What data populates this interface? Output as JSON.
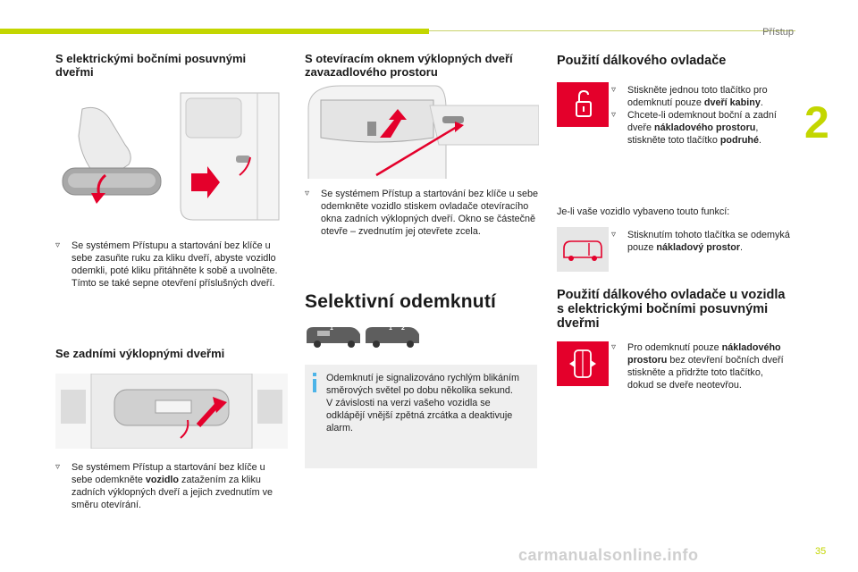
{
  "header": {
    "section": "Přístup",
    "chapter": "2",
    "page_number": "35"
  },
  "watermark": "carmanualsonline.info",
  "col1": {
    "heading1": "S elektrickými bočními posuvnými dveřmi",
    "para1": "Se systémem Přístupu a startování bez klíče u sebe zasuňte ruku za kliku dveří, abyste vozidlo odemkli, poté kliku přitáhněte k sobě a uvolněte. Tímto se také sepne otevření příslušných dveří.",
    "heading2": "Se zadními výklopnými dveřmi",
    "para2_a": "Se systémem Přístup a startování bez klíče u sebe odemkněte ",
    "para2_b": "vozidlo",
    "para2_c": " zatažením za kliku zadních výklopných dveří a jejich zvednutím ve směru otevírání."
  },
  "col2": {
    "heading1": "S otevíracím oknem výklopných dveří zavazadlového prostoru",
    "para1": "Se systémem Přístup a startování bez klíče u sebe odemkněte vozidlo stiskem ovladače otevíracího okna zadních výklopných dveří. Okno se částečně otevře – zvednutím jej otevřete zcela.",
    "heading_big": "Selektivní odemknutí",
    "info": "Odemknutí je signalizováno rychlým blikáním směrových světel po dobu několika sekund.\nV závislosti na verzi vašeho vozidla se odklápějí vnější zpětná zrcátka a deaktivuje alarm.",
    "van_label_1": "1",
    "van_label_2": "2"
  },
  "col3": {
    "heading1": "Použití dálkového ovladače",
    "b1_a": "Stiskněte jednou toto tlačítko pro odemknutí pouze ",
    "b1_b": "dveří kabiny",
    "b1_c": ".",
    "b2_a": "Chcete-li odemknout boční a zadní dveře ",
    "b2_b": "nákladového prostoru",
    "b2_c": ", stiskněte toto tlačítko ",
    "b2_d": "podruhé",
    "b2_e": ".",
    "intro2": "Je-li vaše vozidlo vybaveno touto funkcí:",
    "b3_a": "Stisknutím tohoto tlačítka se odemyká pouze ",
    "b3_b": "nákladový prostor",
    "b3_c": ".",
    "heading2": "Použití dálkového ovladače u vozidla s elektrickými bočními posuvnými dveřmi",
    "b4_a": "Pro odemknutí pouze ",
    "b4_b": "nákladového prostoru",
    "b4_c": " bez otevření bočních dveří stiskněte a přidržte toto tlačítko, dokud se dveře neotevřou."
  },
  "colors": {
    "accent": "#c3d600",
    "red": "#e4002b",
    "info_bg": "#efefef",
    "info_icon": "#4db4e8"
  },
  "icons": {
    "bullet": "triangle-bullet-icon",
    "unlock": "padlock-open-icon",
    "cargo": "van-cargo-icon",
    "sliding": "sliding-door-icon",
    "info": "info-icon"
  }
}
